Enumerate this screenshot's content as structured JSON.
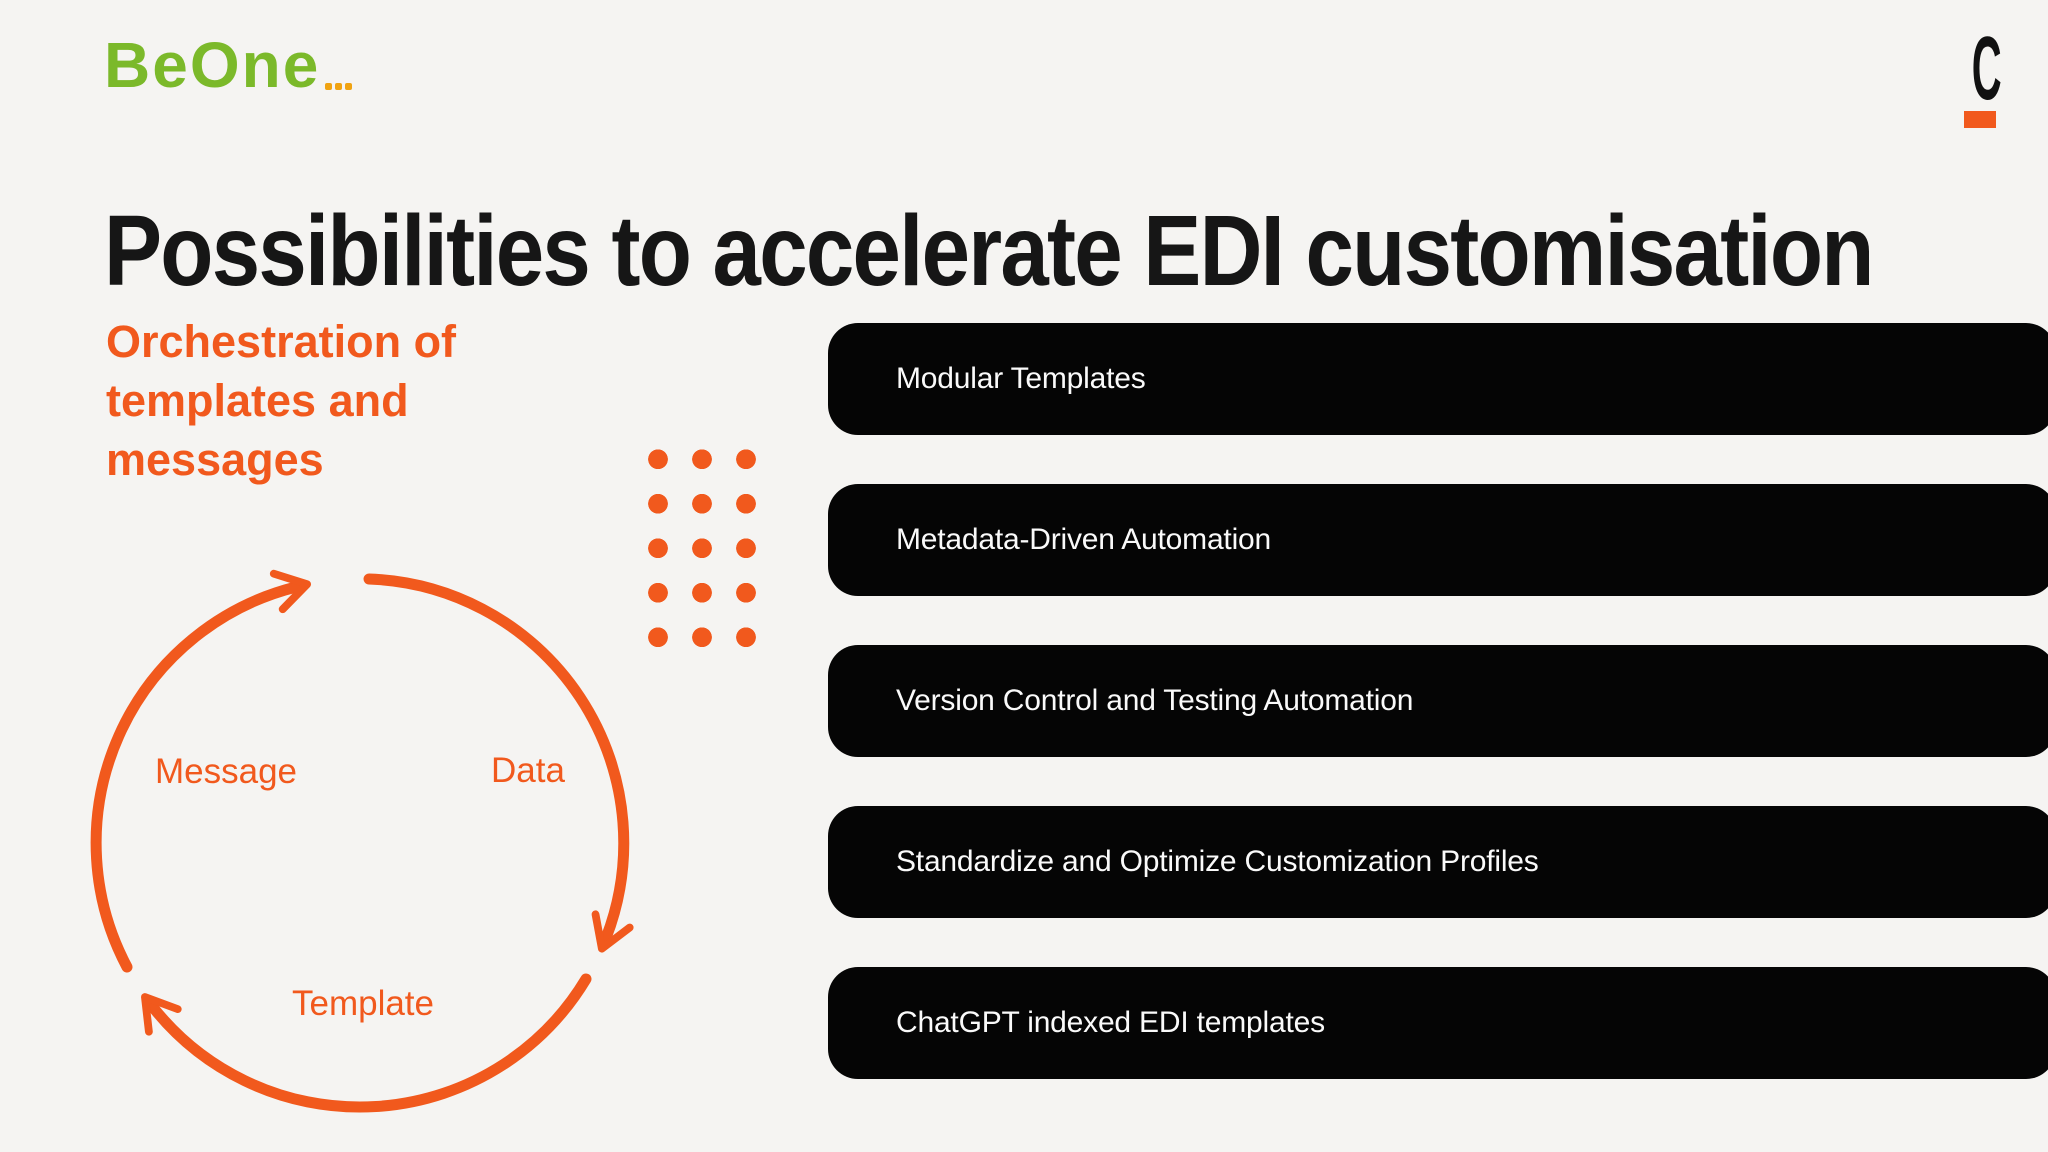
{
  "colors": {
    "background": "#F5F4F2",
    "orange_accent": "#F1591D",
    "brand_green": "#7BB92A",
    "brand_amber": "#F0A312",
    "bar_background": "#050505",
    "bar_text": "#FAFAFA",
    "title_black": "#161616"
  },
  "header": {
    "brand": "BeOne",
    "corner_logo_letter": "C",
    "title": "Possibilities to accelerate EDI customisation"
  },
  "left_panel": {
    "heading_lines": [
      "Orchestration of",
      "templates and",
      "messages"
    ]
  },
  "cycle_diagram": {
    "labels": {
      "left": "Message",
      "right": "Data",
      "bottom": "Template"
    }
  },
  "bars": {
    "items": [
      {
        "label": "Modular Templates"
      },
      {
        "label": "Metadata-Driven Automation"
      },
      {
        "label": "Version Control and Testing Automation"
      },
      {
        "label": "Standardize and Optimize Customization Profiles"
      },
      {
        "label": "ChatGPT indexed EDI templates"
      }
    ]
  }
}
